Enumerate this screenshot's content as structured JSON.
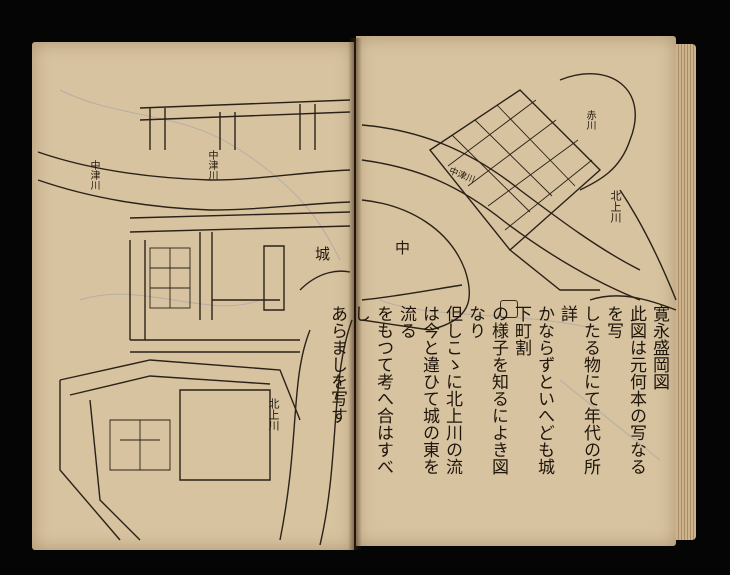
{
  "labels": {
    "castle": "城",
    "town_char": "中",
    "river_north_left": "北上川",
    "river_north_right": "北上川",
    "river_naka": "中津川",
    "river_mid": "中津川",
    "river_left": "中津川",
    "sect_akagawa": "赤川"
  },
  "note": {
    "title": "寛永盛岡図",
    "lines": [
      "此図は元何本の写なるを写",
      "したる物にて年代の所詳",
      "かならずといへども城下町割",
      "の様子を知るによき図なり",
      "但しこゝに北上川の流",
      "は今と違ひて城の東を流る",
      "をもつて考へ合はすべし",
      "あらましを写す"
    ]
  }
}
